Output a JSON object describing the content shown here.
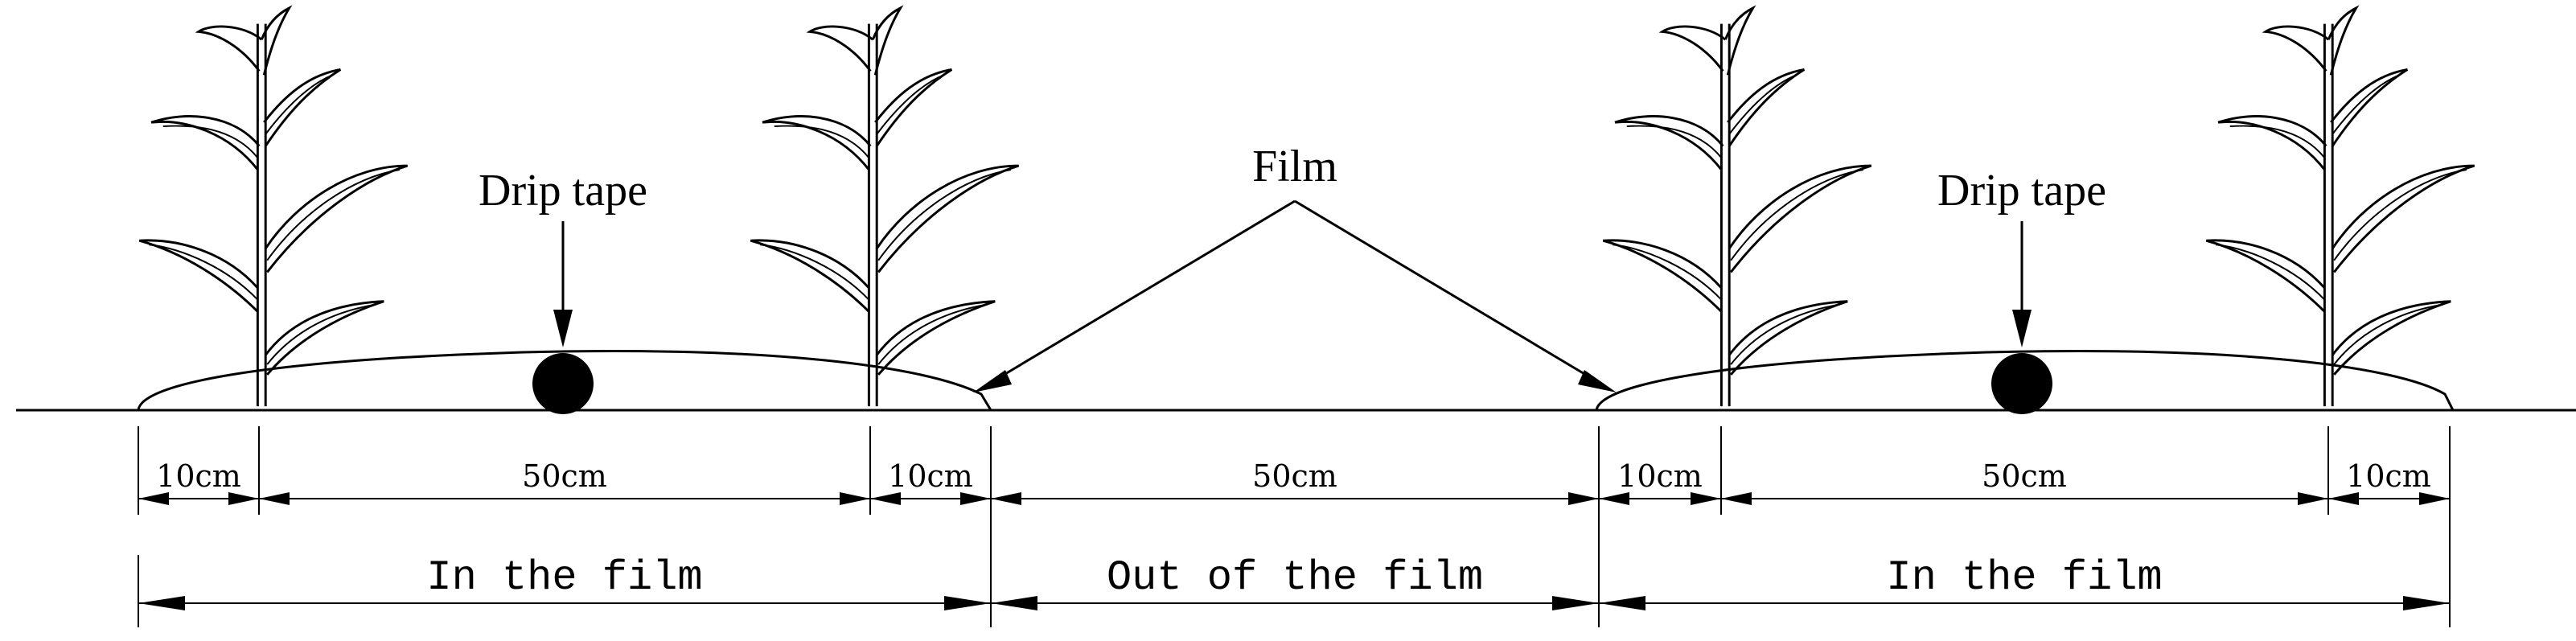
{
  "labels": {
    "drip_tape_left": "Drip tape",
    "drip_tape_right": "Drip tape",
    "film": "Film"
  },
  "dimensions": {
    "seg1": "10cm",
    "seg2": "50cm",
    "seg3": "10cm",
    "seg4": "50cm",
    "seg5": "10cm",
    "seg6": "50cm",
    "seg7": "10cm"
  },
  "zones": {
    "left": "In the film",
    "middle": "Out of the film",
    "right": "In the film"
  },
  "colors": {
    "ink": "#000000",
    "background": "#ffffff"
  }
}
